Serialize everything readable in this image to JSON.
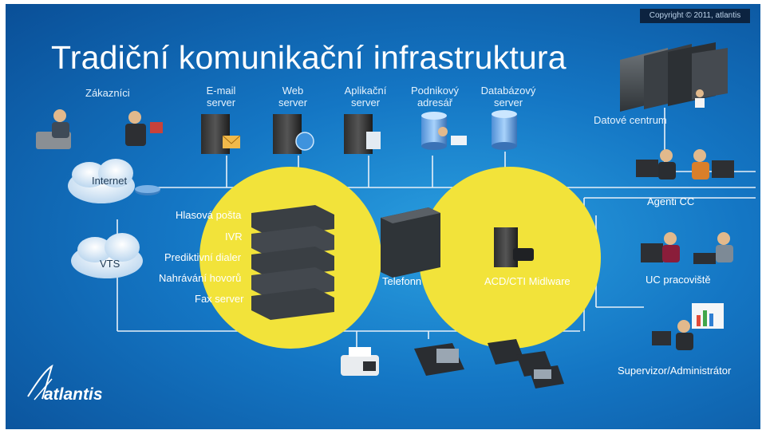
{
  "copyright": "Copyright © 2011, atlantis",
  "title": "Tradiční komunikační infrastruktura",
  "top_labels": {
    "customers": "Zákazníci",
    "email_server": [
      "E-mail",
      "server"
    ],
    "web_server": [
      "Web",
      "server"
    ],
    "app_server": [
      "Aplikační",
      "server"
    ],
    "directory_server": [
      "Podnikový",
      "adresář"
    ],
    "db_server": [
      "Databázový",
      "server"
    ],
    "datacenter": "Datové centrum"
  },
  "left_labels": {
    "internet": "Internet",
    "vts": "VTS"
  },
  "left_circle_items": [
    "Hlasová pošta",
    "IVR",
    "Prediktivní dialer",
    "Nahrávání hovorů",
    "Fax server"
  ],
  "center_labels": {
    "pbx": "Telefonní ústředna",
    "acd": "ACD/CTI Midlware"
  },
  "right_labels": {
    "agents": "Agenti CC",
    "uc": "UC pracoviště",
    "supervisor": "Supervizor/Administrátor"
  },
  "logo": "atlantis",
  "colors": {
    "circle": "#f2e33a",
    "background": "#1476c4",
    "lines": "#e8f0f8"
  }
}
